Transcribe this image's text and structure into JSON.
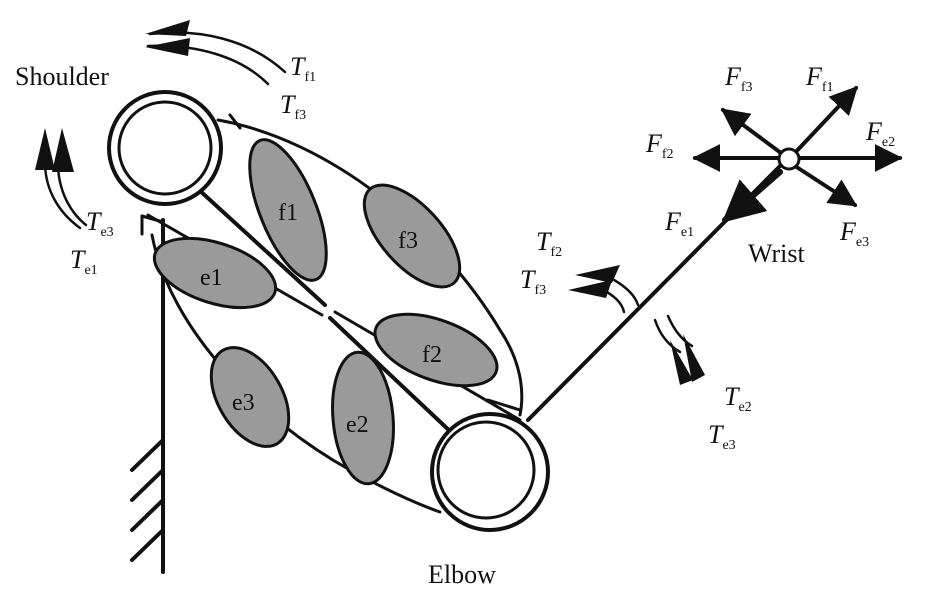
{
  "joints": {
    "shoulder": "Shoulder",
    "elbow": "Elbow",
    "wrist": "Wrist"
  },
  "muscles": {
    "f1": "f1",
    "f2": "f2",
    "f3": "f3",
    "e1": "e1",
    "e2": "e2",
    "e3": "e3"
  },
  "torques": {
    "tf1": {
      "sym": "T",
      "sub": "f1"
    },
    "tf3_shoulder": {
      "sym": "T",
      "sub": "f3"
    },
    "te3_shoulder": {
      "sym": "T",
      "sub": "e3"
    },
    "te1": {
      "sym": "T",
      "sub": "e1"
    },
    "tf2": {
      "sym": "T",
      "sub": "f2"
    },
    "tf3_elbow": {
      "sym": "T",
      "sub": "f3"
    },
    "te2": {
      "sym": "T",
      "sub": "e2"
    },
    "te3_elbow": {
      "sym": "T",
      "sub": "e3"
    }
  },
  "forces": {
    "ff3": {
      "sym": "F",
      "sub": "f3"
    },
    "ff1": {
      "sym": "F",
      "sub": "f1"
    },
    "ff2": {
      "sym": "F",
      "sub": "f2"
    },
    "fe2": {
      "sym": "F",
      "sub": "e2"
    },
    "fe1": {
      "sym": "F",
      "sub": "e1"
    },
    "fe3": {
      "sym": "F",
      "sub": "e3"
    }
  }
}
